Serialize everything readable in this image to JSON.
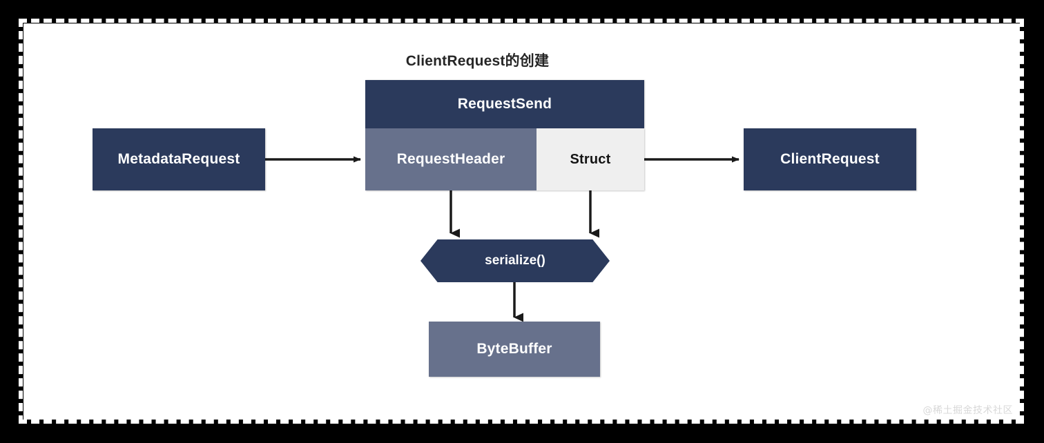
{
  "diagram": {
    "title": "ClientRequest的创建",
    "watermark": "@稀土掘金技术社区",
    "type": "flow-diagram",
    "colors": {
      "navy": "#2b3a5c",
      "slate": "#67718c",
      "light_gray": "#efefef",
      "arrow": "#1a1a1a",
      "canvas": "#ffffff",
      "frame": "#000000",
      "title_text": "#262626",
      "watermark_text": "#d8d8d8"
    },
    "nodes": {
      "metadata_request": {
        "label": "MetadataRequest",
        "shape": "rectangle",
        "fill": "navy"
      },
      "request_send": {
        "label": "RequestSend",
        "shape": "rectangle",
        "fill": "navy"
      },
      "request_header": {
        "label": "RequestHeader",
        "shape": "rectangle",
        "fill": "slate"
      },
      "struct": {
        "label": "Struct",
        "shape": "rectangle",
        "fill": "light_gray"
      },
      "client_request": {
        "label": "ClientRequest",
        "shape": "rectangle",
        "fill": "navy"
      },
      "serialize": {
        "label": "serialize()",
        "shape": "hexagon",
        "fill": "navy"
      },
      "byte_buffer": {
        "label": "ByteBuffer",
        "shape": "rectangle",
        "fill": "slate"
      }
    },
    "edges": [
      {
        "from": "metadata_request",
        "to": "request_header",
        "direction": "right"
      },
      {
        "from": "struct",
        "to": "client_request",
        "direction": "right"
      },
      {
        "from": "request_header",
        "to": "serialize",
        "direction": "down"
      },
      {
        "from": "struct",
        "to": "serialize",
        "direction": "down"
      },
      {
        "from": "serialize",
        "to": "byte_buffer",
        "direction": "down"
      }
    ]
  }
}
